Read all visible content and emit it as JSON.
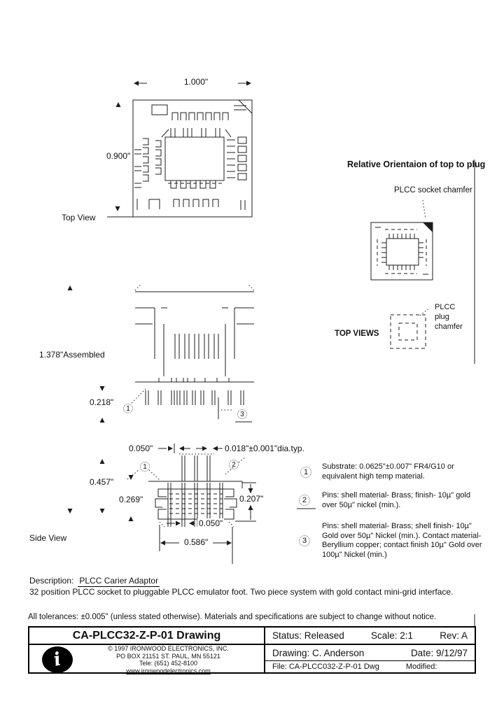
{
  "top_view": {
    "label": "Top View",
    "width_dim": "1.000\"",
    "height_dim": "0.900\""
  },
  "orientation_panel": {
    "title": "Relative Orientaion of top to plug",
    "socket_chamfer_label": "PLCC socket chamfer",
    "top_views_label": "TOP VIEWS",
    "plug_chamfer_label": "PLCC plug chamfer"
  },
  "assembled_view": {
    "height_dim": "1.378\"Assembled",
    "pin_dim": "0.218\"",
    "callout_1": "1",
    "callout_3": "3"
  },
  "side_view": {
    "label": "Side View",
    "pitch_top_dim": "0.050\"",
    "pin_dia_dim": "0.018\"±0.001\"dia.typ.",
    "height_dim": "0.457\"",
    "body_height_dim": "0.269\"",
    "plug_height_dim": "0.207\"",
    "pitch_bottom_dim": "0.050\"",
    "body_width_dim": "0.586\"",
    "callout_1": "1",
    "callout_2": "2"
  },
  "notes": [
    {
      "number": "1",
      "text": "Substrate: 0.0625\"±0.007\" FR4/G10 or equivalent high temp material."
    },
    {
      "number": "2",
      "text": "Pins: shell material- Brass; finish- 10µ\" gold over 50µ\" nickel (min.)."
    },
    {
      "number": "3",
      "text": "Pins: shell material- Brass; shell finish- 10µ\" Gold over 50µ\" Nickel (min.).  Contact material- Beryllium copper; contact finish 10µ\" Gold over 100µ\" Nickel (min.)"
    }
  ],
  "description": {
    "label": "Description:",
    "name": "PLCC Carier Adaptor",
    "body": "32 position PLCC socket to pluggable PLCC emulator foot. Two piece system with gold contact mini-grid interface."
  },
  "tolerance_note": "All tolerances: ±0.005\" (unless stated otherwise).  Materials and specifications are subject to change without notice.",
  "title_block": {
    "title": "CA-PLCC32-Z-P-01 Drawing",
    "status": "Status: Released",
    "scale": "Scale: 2:1",
    "rev": "Rev: A",
    "logo_glyph": "i",
    "company": [
      "© 1997 IRONWOOD ELECTRONICS, INC.",
      "PO BOX 21151 ST. PAUL, MN  55121",
      "Tele: (651) 452-8100",
      "www.ironwoodelectronics.com"
    ],
    "drawn_by": "Drawing: C. Anderson",
    "date": "Date: 9/12/97",
    "file": "File: CA-PLCC032-Z-P-01 Dwg",
    "modified": "Modified:"
  }
}
